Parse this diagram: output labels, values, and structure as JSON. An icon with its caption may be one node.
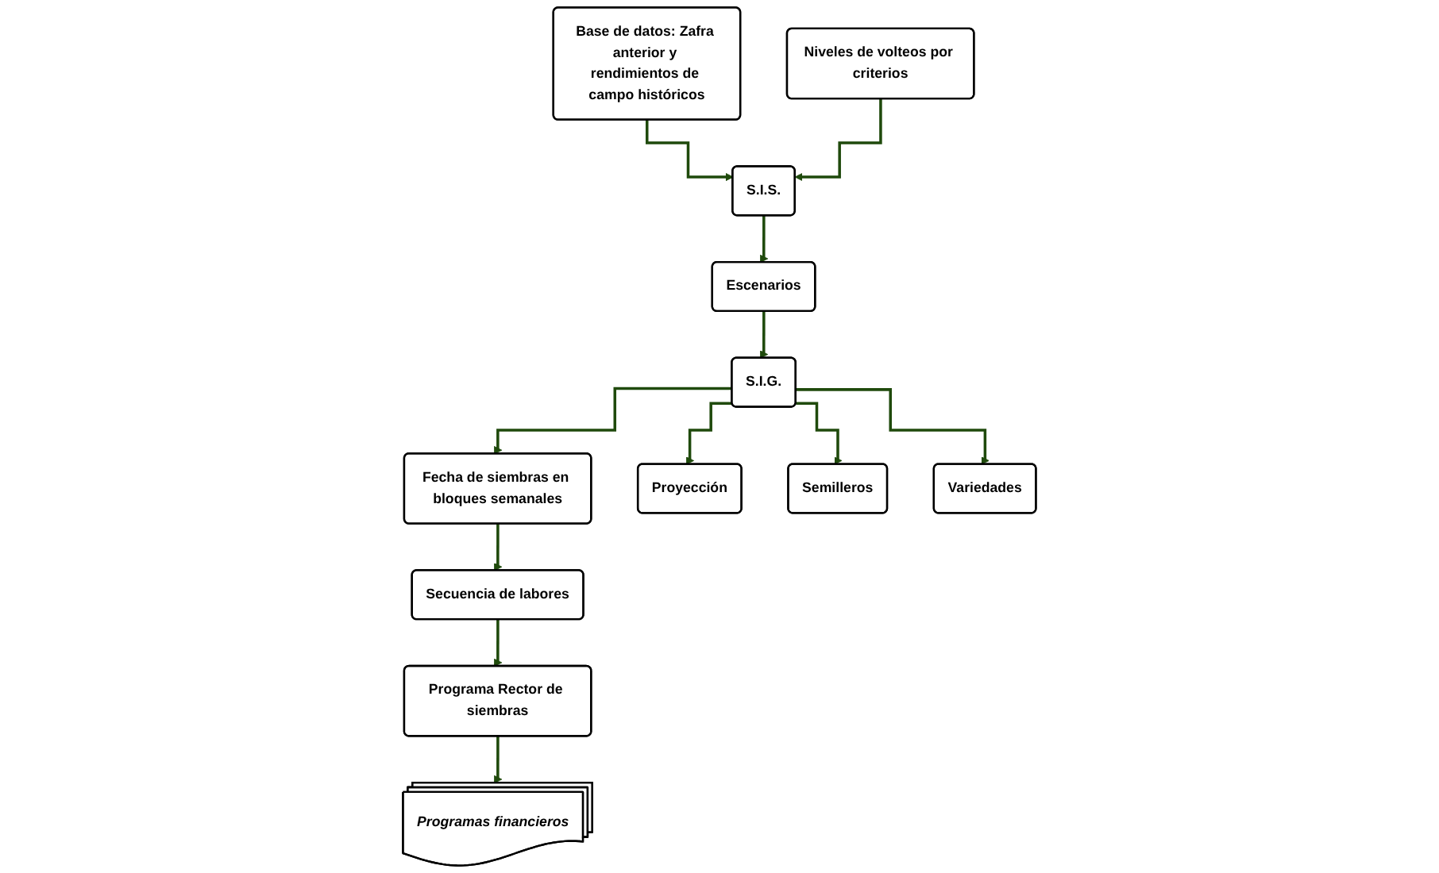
{
  "diagram": {
    "nodes": [
      {
        "text": [
          "Base de datos: Zafra anterior y rendimientos de campo históricos"
        ]
      },
      {
        "text": [
          "Niveles de volteos por criterios"
        ]
      },
      {
        "text": [
          "S.I.S."
        ]
      },
      {
        "text": [
          "Escenarios"
        ]
      },
      {
        "text": [
          "S.I.G."
        ]
      },
      {
        "text": [
          "Fecha de siembras en bloques semanales"
        ]
      },
      {
        "text": [
          "Secuencia de labores"
        ]
      },
      {
        "text": [
          "Proyección"
        ]
      },
      {
        "text": [
          "Semilleros"
        ]
      },
      {
        "text": [
          "Variedades"
        ]
      },
      {
        "text": [
          "Programa Rector de siembras"
        ]
      },
      {
        "text": [
          "Programas financieros"
        ]
      }
    ],
    "edges": [
      {
        "from": 0,
        "to": 2,
        "arrow": "to"
      },
      {
        "from": 1,
        "to": 2,
        "arrow": "to"
      },
      {
        "from": 2,
        "to": 3,
        "arrow": "to"
      },
      {
        "from": 3,
        "to": 4,
        "arrow": "to"
      },
      {
        "from": 4,
        "to": 5,
        "arrow": "to"
      },
      {
        "from": 5,
        "to": 6,
        "arrow": "to"
      },
      {
        "from": 4,
        "to": 7,
        "arrow": "to"
      },
      {
        "from": 4,
        "to": 8,
        "arrow": "to"
      },
      {
        "from": 4,
        "to": 9,
        "arrow": "to"
      },
      {
        "from": 6,
        "to": 10,
        "arrow": "to"
      },
      {
        "from": 10,
        "to": 11,
        "arrow": "to"
      }
    ]
  }
}
